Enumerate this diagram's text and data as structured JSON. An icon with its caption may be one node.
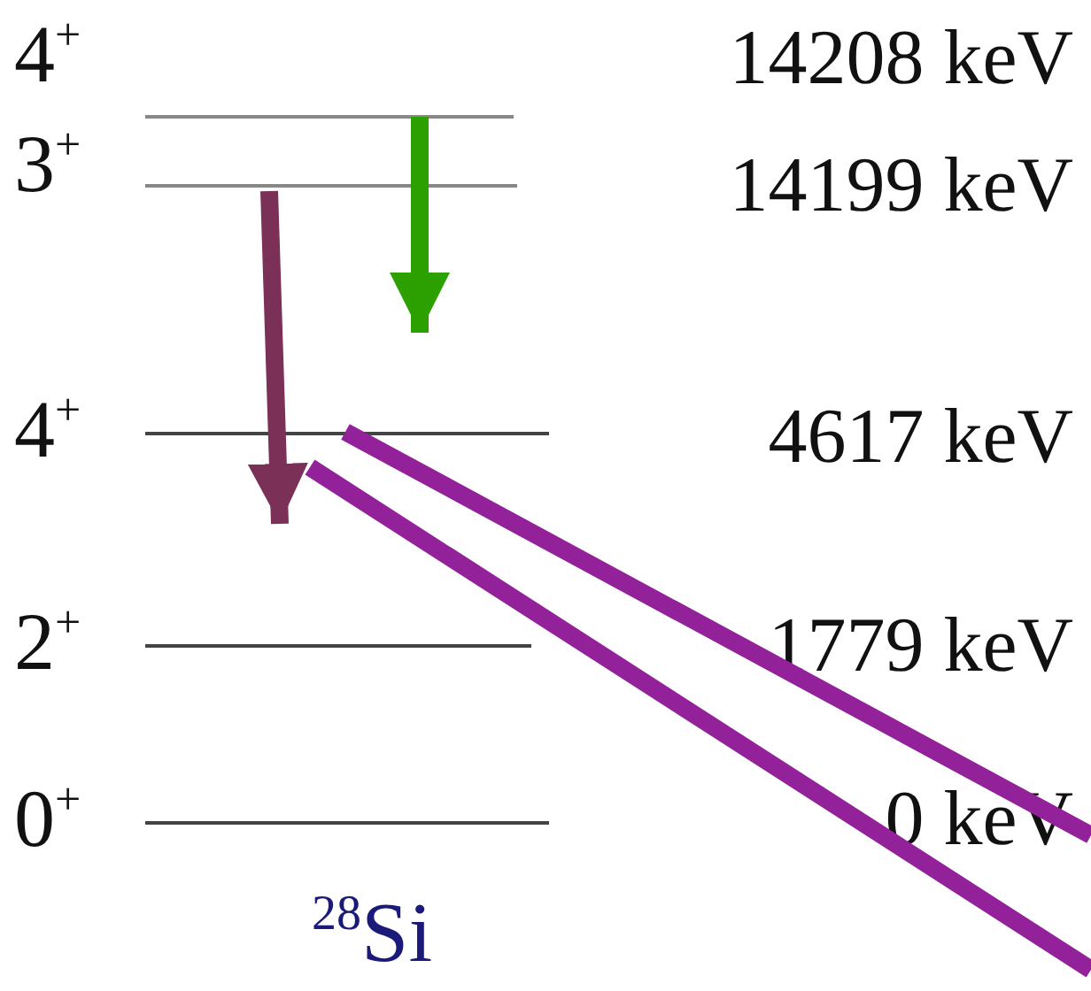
{
  "diagram": {
    "nodes": [
      {
        "text": [
          "4$^{+}$",
          "14208 keV"
        ]
      },
      {
        "text": [
          "3$^{+}$",
          "14199 keV"
        ]
      },
      {
        "text": [
          "4$^{+}$",
          "4617 keV"
        ]
      },
      {
        "text": [
          "2$^{+}$",
          "1779 keV"
        ]
      },
      {
        "text": [
          "0$^{+}$",
          "0 keV"
        ]
      }
    ],
    "edges": [
      {
        "from": 0,
        "to": 2,
        "arrow": "to",
        "color": "#2ca000"
      },
      {
        "from": 1,
        "to": 3,
        "arrow": "to",
        "color": "#7b3058"
      }
    ],
    "labels": [
      "$^{28}$Si"
    ]
  }
}
